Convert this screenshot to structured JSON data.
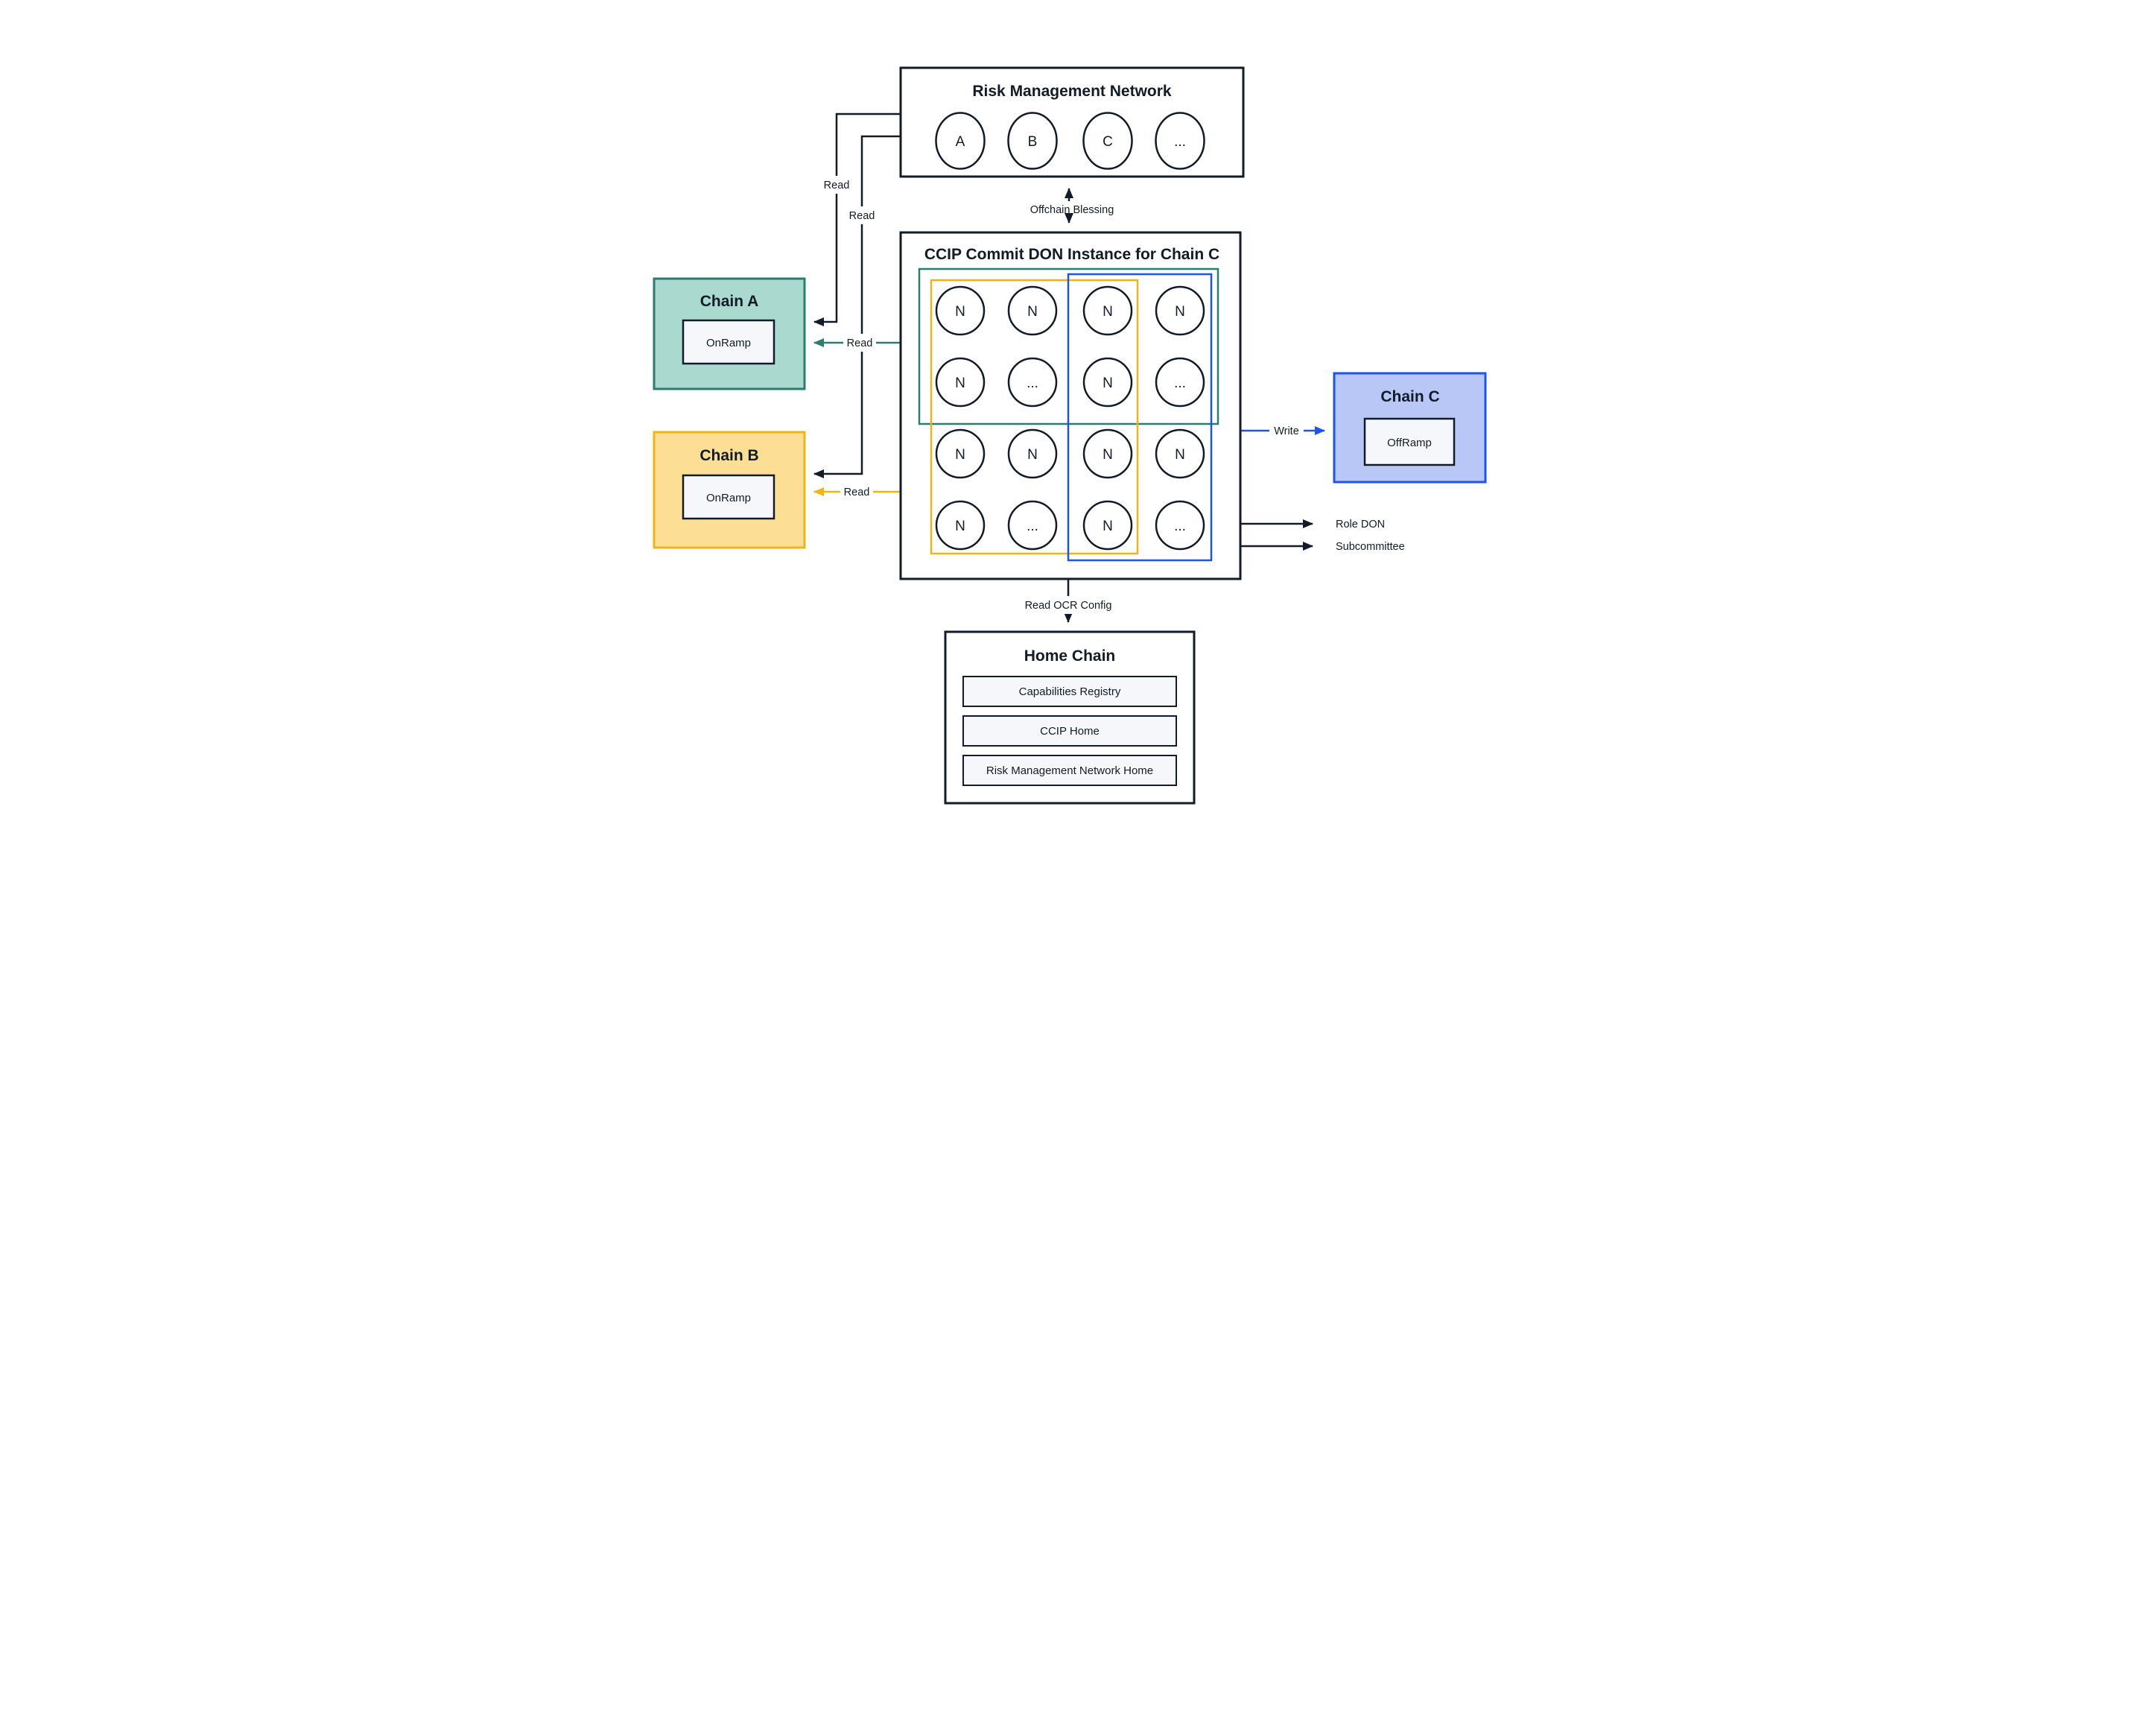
{
  "colors": {
    "ink": "#121b28",
    "teal_stroke": "#2a7d6f",
    "teal_fill": "#aad9d0",
    "gold_stroke": "#f2b415",
    "gold_fill": "#fcdf95",
    "blue_stroke": "#1b55f0",
    "blue_fill": "#b9c7f7",
    "contract_fill": "#f6f7fb",
    "background": "#ffffff"
  },
  "risk_management_network": {
    "title": "Risk Management Network",
    "nodes": [
      "A",
      "B",
      "C",
      "..."
    ]
  },
  "ccip_don": {
    "title": "CCIP Commit DON Instance for Chain C",
    "grid": [
      [
        "N",
        "N",
        "N",
        "N"
      ],
      [
        "N",
        "...",
        "N",
        "..."
      ],
      [
        "N",
        "N",
        "N",
        "N"
      ],
      [
        "N",
        "...",
        "N",
        "..."
      ]
    ]
  },
  "chain_a": {
    "title": "Chain A",
    "contract": "OnRamp"
  },
  "chain_b": {
    "title": "Chain B",
    "contract": "OnRamp"
  },
  "chain_c": {
    "title": "Chain C",
    "contract": "OffRamp"
  },
  "home_chain": {
    "title": "Home Chain",
    "contracts": [
      "Capabilities Registry",
      "CCIP Home",
      "Risk Management Network Home"
    ]
  },
  "edges": {
    "offchain_blessing": "Offchain Blessing",
    "read_rmn_to_chain_a": "Read",
    "read_rmn_to_chain_b": "Read",
    "read_don_to_chain_a": "Read",
    "read_don_to_chain_b": "Read",
    "write": "Write",
    "read_ocr_config": "Read OCR Config",
    "role_don": "Role DON",
    "subcommittee": "Subcommittee"
  }
}
